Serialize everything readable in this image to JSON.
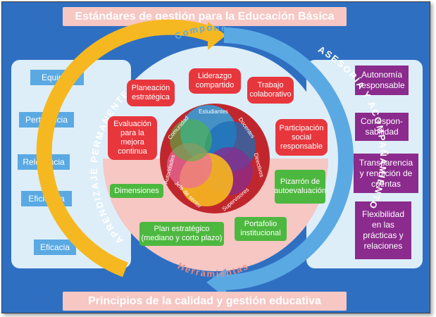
{
  "title": "Estándares de gestión para la Educación Básica",
  "footer": "Principios de la calidad y gestión educativa",
  "left_principles": [
    "Equidad",
    "Pertinencia",
    "Relevancia",
    "Eficiencia",
    "Eficacia"
  ],
  "right_principles": [
    "Autonomía responsable",
    "Corresponsabilidad",
    "Transparencia y rendición de cuentas",
    "Flexibilidad en las prácticas y relaciones"
  ],
  "right_principles_display": [
    "Autonomía\nresponsable",
    "Correspon-\nsabilidad",
    "Transparencia\ny rendición de\ncuentas",
    "Flexibilidad\nen las\nprácticas y\nrelaciones"
  ],
  "arc_left": "APRENDIZAJE PERMANENTE",
  "arc_right": "ASESORÍA Y ACOMPAÑAMIENTO",
  "componentes_label": "Componentes",
  "herramientas_label": "Herramientas",
  "components": [
    "Planeación estratégica",
    "Liderazgo compartido",
    "Trabajo colaborativo",
    "Evaluación para la mejora continua",
    "Participación social responsable"
  ],
  "tools": [
    "Dimensiones",
    "Pizarrón de autoevaluación",
    "Plan estratégico (mediano y corto plazo)",
    "Portafolio institucional"
  ],
  "actors": [
    "Estudiantes",
    "Docentes",
    "Directivos",
    "Supervisores",
    "Jefe de sector",
    "Autoridades",
    "Comunidad"
  ],
  "colors": {
    "background": "#2f6fc2",
    "banner": "#f6c7c3",
    "principle_left": "#5aa9e3",
    "principle_right": "#8b2b8d",
    "component_pill": "#e8363d",
    "tool_pill": "#4db83f",
    "arc_yellow": "#f6b820",
    "arc_blue": "#5aa9e3"
  }
}
